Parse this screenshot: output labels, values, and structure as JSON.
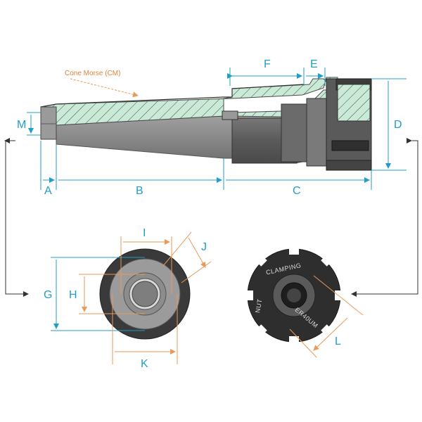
{
  "title": "Cone Morse (CM)",
  "labels": {
    "A": "A",
    "B": "B",
    "C": "C",
    "D": "D",
    "E": "E",
    "F": "F",
    "M": "M",
    "G": "G",
    "H": "H",
    "I": "I",
    "J": "J",
    "K": "K",
    "L": "L"
  },
  "nut_text": {
    "clamping": "CLAMPING",
    "model": "ER40UM",
    "nut": "NUT"
  },
  "colors": {
    "dimension_blue": "#1f9ec7",
    "dimension_orange": "#e89a5a",
    "hatch_green": "#bfe3cf",
    "steel_grey": "#8a8a8a",
    "dark_steel": "#3a3a3a"
  }
}
